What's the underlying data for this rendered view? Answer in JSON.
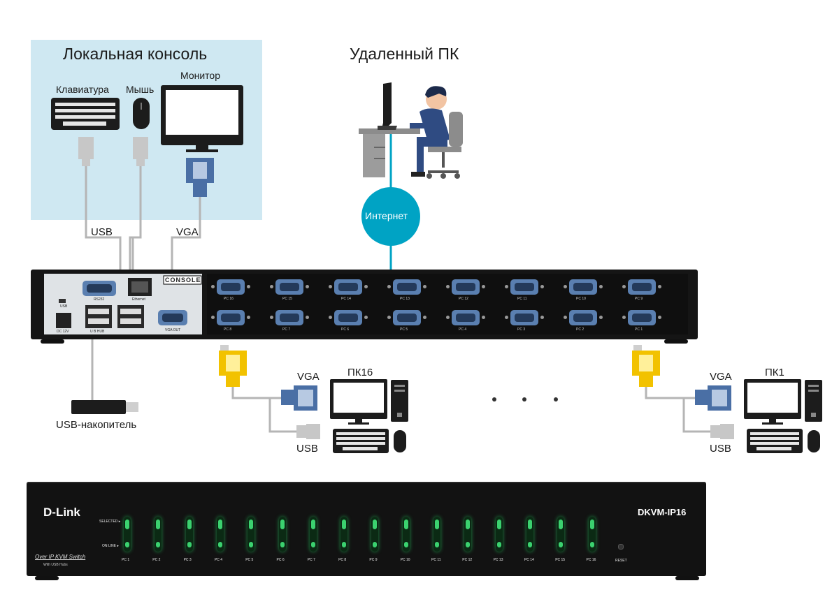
{
  "console": {
    "title": "Локальная консоль",
    "keyboard_label": "Клавиатура",
    "mouse_label": "Мышь",
    "monitor_label": "Монитор",
    "usb_label": "USB",
    "vga_label": "VGA"
  },
  "remote": {
    "title": "Удаленный ПК",
    "internet_label": "Интернет"
  },
  "rear_panel": {
    "console_label": "CONSOLE",
    "usb_port_label": "USB",
    "dc_label": "DC 12V",
    "rs232_label": "RS232",
    "ethernet_label": "Ethernet",
    "usb_hub_label": "U B HUB",
    "vga_out_label": "VGA OUT",
    "top_ports": [
      "PC 16",
      "PC 15",
      "PC 14",
      "PC 13",
      "PC 12",
      "PC 11",
      "PC 10",
      "PC 9"
    ],
    "bottom_ports": [
      "PC 8",
      "PC 7",
      "PC 6",
      "PC 5",
      "PC 4",
      "PC 3",
      "PC 2",
      "PC 1"
    ]
  },
  "storage": {
    "label": "USB-накопитель"
  },
  "pc16": {
    "name": "ПК16",
    "vga_label": "VGA",
    "usb_label": "USB"
  },
  "pc1": {
    "name": "ПК1",
    "vga_label": "VGA",
    "usb_label": "USB"
  },
  "front_panel": {
    "brand": "D-Link",
    "model": "DKVM-IP16",
    "selected_label": "SELECTED ▸",
    "online_label": "ON LINE ▸",
    "subtitle": "Over IP KVM Switch",
    "subtitle2": "With USB Hubs",
    "reset_label": "RESET",
    "channels": [
      "PC 1",
      "PC 2",
      "PC 3",
      "PC 4",
      "PC 5",
      "PC 6",
      "PC 7",
      "PC 8",
      "PC 9",
      "PC 10",
      "PC 11",
      "PC 12",
      "PC 13",
      "PC 14",
      "PC 15",
      "PC 16"
    ]
  },
  "colors": {
    "console_bg": "#cfe8f2",
    "internet": "#00a3c4",
    "led": "#3bd16f",
    "vga_blue": "#4a6fa5",
    "vga_yellow": "#f2c200",
    "cable_gray": "#b5b5b5"
  }
}
